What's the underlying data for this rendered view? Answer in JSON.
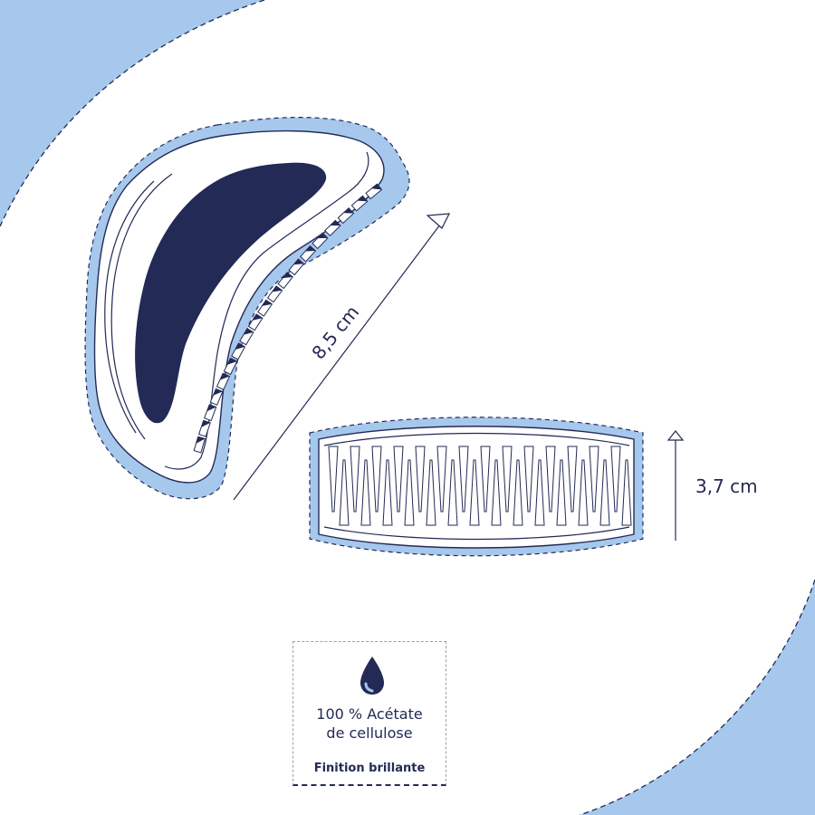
{
  "dimensions": {
    "length": "8,5 cm",
    "height": "3,7 cm"
  },
  "info_card": {
    "icon": "water-drop-icon",
    "material_line1": "100 % Acétate",
    "material_line2": "de cellulose",
    "finish": "Finition brillante"
  },
  "colors": {
    "navy": "#232a55",
    "light_blue": "#a5c8ec",
    "white": "#ffffff"
  }
}
